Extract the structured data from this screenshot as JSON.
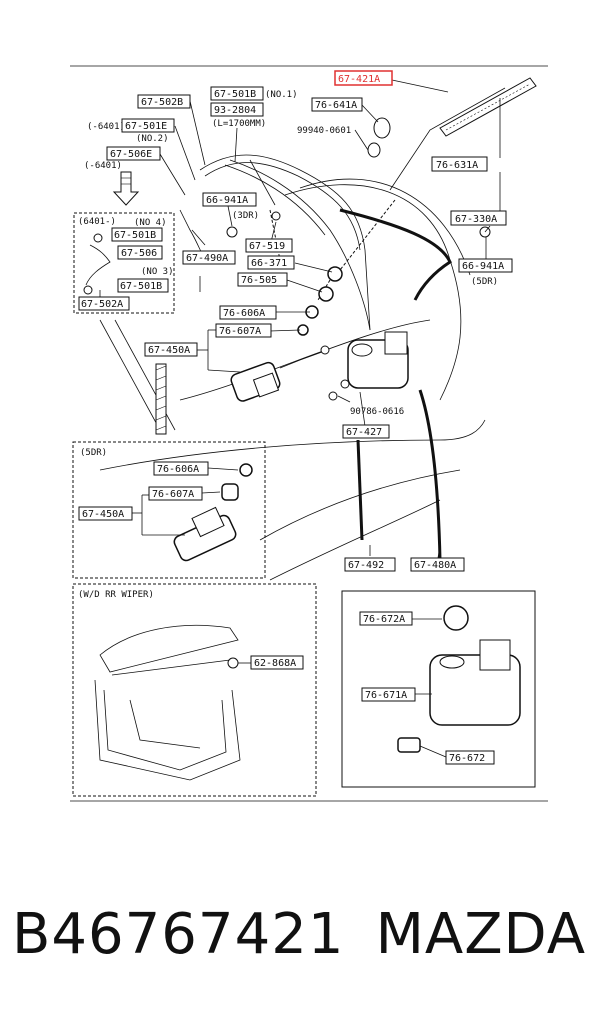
{
  "highlight_color": "#e03030",
  "labels": {
    "l67421A": "67-421A",
    "l76641A": "76-641A",
    "l99940": "99940-0601",
    "l76631A": "76-631A",
    "l67330A": "67-330A",
    "l66941A_r": "66-941A",
    "l5dr_r": "(5DR)",
    "l67501B_top": "67-501B",
    "lno1": "(NO.1)",
    "l932804": "93-2804",
    "l1700": "(L=1700MM)",
    "l67502B": "67-502B",
    "l6401a": "(-6401)",
    "l67501E": "67-501E",
    "lno2": "(NO.2)",
    "l67506E": "67-506E",
    "l6401b": "(-6401)",
    "l6401t": "(6401-)",
    "lno4": "(NO 4)",
    "l67501B_a": "67-501B",
    "l67506": "67-506",
    "lno3": "(NO 3)",
    "l67501B_b": "67-501B",
    "l67502A": "67-502A",
    "l66941A_m": "66-941A",
    "l3dr": "(3DR)",
    "l67490A": "67-490A",
    "l67519": "67-519",
    "l66371": "66-371",
    "l76505": "76-505",
    "l76606A": "76-606A",
    "l76607A": "76-607A",
    "l67450A": "67-450A",
    "l90786": "90786-0616",
    "l67427": "67-427",
    "l5dr_box": "(5DR)",
    "l76606A_b": "76-606A",
    "l76607A_b": "76-607A",
    "l67450A_b": "67-450A",
    "l67492": "67-492",
    "l67480A": "67-480A",
    "lwd": "(W/D RR WIPER)",
    "l62868A": "62-868A",
    "l76672A": "76-672A",
    "l76671A": "76-671A",
    "l76672": "76-672"
  },
  "footer": {
    "part_number": "B46767421",
    "brand": "MAZDA"
  }
}
